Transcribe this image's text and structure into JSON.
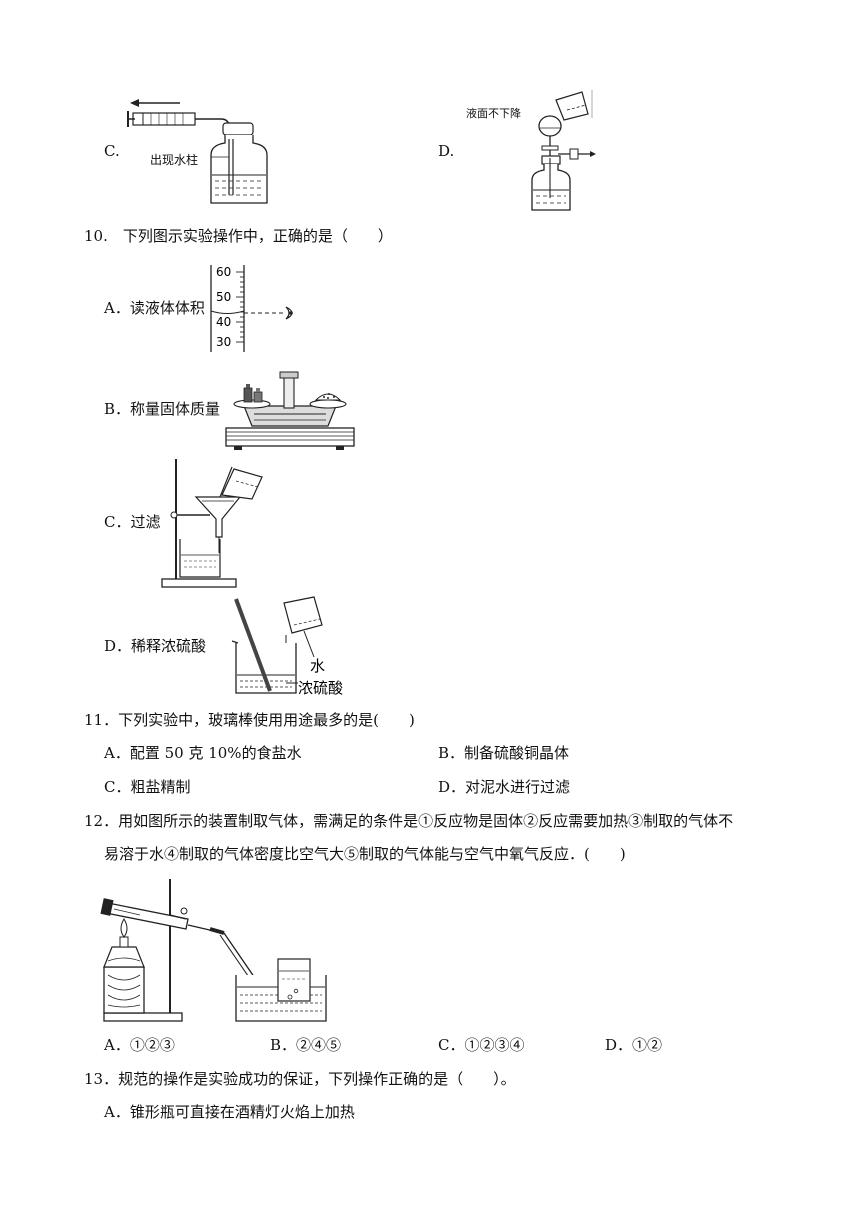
{
  "q9": {
    "optC": "C.",
    "optD": "D.",
    "fig_c_label": "出现水柱",
    "fig_d_label": "液面不下降"
  },
  "q10": {
    "stem": "10.　下列图示实验操作中，正确的是（　　）",
    "optA": "A．读液体体积",
    "optB": "B．称量固体质量",
    "optC": "C．过滤",
    "optD": "D．稀释浓硫酸",
    "cyl_ticks": [
      "60",
      "50",
      "40",
      "30"
    ],
    "label_water": "水",
    "label_acid": "浓硫酸"
  },
  "q11": {
    "stem": "11．下列实验中，玻璃棒使用用途最多的是(　　)",
    "optA": "A．配置 50 克 10%的食盐水",
    "optB": "B．制备硫酸铜晶体",
    "optC": "C．粗盐精制",
    "optD": "D．对泥水进行过滤"
  },
  "q12": {
    "stem_line1": "12．用如图所示的装置制取气体，需满足的条件是①反应物是固体②反应需要加热③制取的气体不",
    "stem_line2": "易溶于水④制取的气体密度比空气大⑤制取的气体能与空气中氧气反应．(　　)",
    "optA": "A．①②③",
    "optB": "B．②④⑤",
    "optC": "C．①②③④",
    "optD": "D．①②"
  },
  "q13": {
    "stem": "13．规范的操作是实验成功的保证，下列操作正确的是（　　）。",
    "optA": "A．锥形瓶可直接在酒精灯火焰上加热"
  }
}
